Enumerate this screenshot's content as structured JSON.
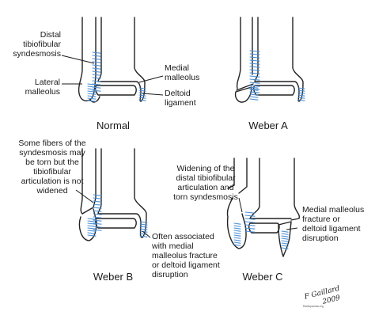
{
  "colors": {
    "ligament": "#4a8fd6",
    "line": "#222222",
    "background": "#ffffff"
  },
  "panels": {
    "normal": {
      "caption": "Normal",
      "labels": {
        "syndesmosis": [
          "Distal",
          "tibiofibular",
          "syndesmosis"
        ],
        "lateral_malleolus": [
          "Lateral",
          "malleolus"
        ],
        "medial_malleolus": [
          "Medial",
          "malleolus"
        ],
        "deltoid_ligament": [
          "Deltoid",
          "ligament"
        ]
      }
    },
    "weber_a": {
      "caption": "Weber A"
    },
    "weber_b": {
      "caption": "Weber B",
      "labels": {
        "torn_fibers": [
          "Some fibers of the",
          "syndesmosis may",
          "be torn but the",
          "tibiofibular",
          "articulation is not",
          "widened"
        ],
        "associated": [
          "Often associated",
          "with medial",
          "malleolus fracture",
          "or deltoid ligament",
          "disruption"
        ]
      }
    },
    "weber_c": {
      "caption": "Weber C",
      "labels": {
        "widening": [
          "Widening of the",
          "distal tibiofibular",
          "articulation and",
          "torn syndesmosis"
        ],
        "medial_fracture": [
          "Medial malleolus",
          "fracture or",
          "deltoid ligament",
          "disruption"
        ]
      }
    }
  },
  "signature": {
    "name": "F Gaillard",
    "year": "2009"
  },
  "credit": "Radiopaedia.org"
}
